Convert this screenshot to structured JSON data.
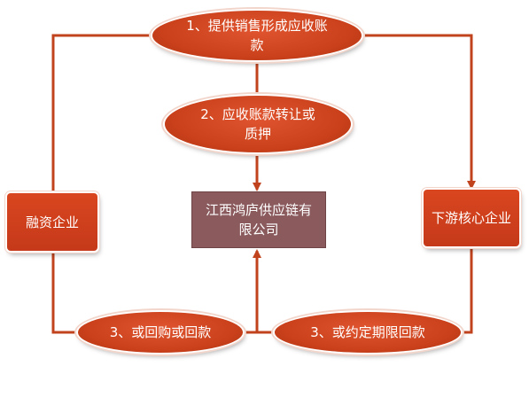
{
  "nodes": {
    "step1": "1、提供销售形成应收账款",
    "step2": "2、应收账款转让或质押",
    "financing_company": "融资企业",
    "supply_chain_company": "江西鸿庐供应链有限公司",
    "core_enterprise": "下游核心企业",
    "step3_left": "3、或回购或回款",
    "step3_right": "3、或约定期限回款"
  },
  "colors": {
    "arrow": "#c0431e",
    "node": "#c9401b",
    "center_box": "#8a5a5d"
  }
}
